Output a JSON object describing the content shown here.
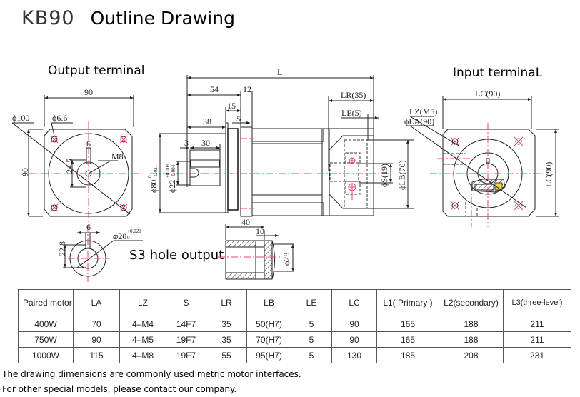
{
  "header": {
    "model": "KB90",
    "title": "Outline Drawing"
  },
  "views": {
    "output_terminal": {
      "label": "Output terminal",
      "dims": {
        "width": "90",
        "height": "90",
        "pcd": "ϕ100",
        "hole": "ϕ6.6",
        "key": "6",
        "key_depth": "24.5",
        "thread": "M8"
      }
    },
    "side": {
      "dims": {
        "L": "L",
        "d54": "54",
        "d12": "12",
        "d15": "15",
        "d5": "5",
        "d38": "38",
        "d3": "3",
        "d30": "30",
        "phi80": "ϕ80",
        "phi80_tol": "-0.021",
        "phi80_tol_up": "0",
        "phi22": "ϕ22",
        "phi22_tol_up": "+0.009",
        "phi22_tol_dn": "-0.004",
        "LR": "LR(35)",
        "LE": "LE(5)",
        "S": "ϕS(19)",
        "LB": "ϕLB(70)"
      }
    },
    "input_terminal": {
      "label": "Input terminaL",
      "dims": {
        "LC_top": "LC(90)",
        "LC_side": "LC(90)",
        "LZ": "LZ(M5)",
        "LA": "ϕLA(90)"
      }
    },
    "keyway_section": {
      "dims": {
        "key": "6",
        "height": "22.8",
        "dia": "⌀20",
        "tol_up": "+0.021",
        "tol_dn": "0"
      }
    },
    "s3_hole": {
      "label": "S3 hole output",
      "dims": {
        "d40": "40",
        "d10": "10",
        "phi28": "ϕ28"
      }
    }
  },
  "table": {
    "headers": [
      "Paired motor",
      "LA",
      "LZ",
      "S",
      "LR",
      "LB",
      "LE",
      "LC",
      "L1( Primary )",
      "L2(secondary)",
      "L3(three-level)"
    ],
    "rows": [
      [
        "400W",
        "70",
        "4–M4",
        "14F7",
        "35",
        "50(H7)",
        "5",
        "90",
        "165",
        "188",
        "211"
      ],
      [
        "750W",
        "90",
        "4–M5",
        "19F7",
        "35",
        "70(H7)",
        "5",
        "90",
        "165",
        "188",
        "211"
      ],
      [
        "1000W",
        "115",
        "4–M8",
        "19F7",
        "55",
        "95(H7)",
        "5",
        "130",
        "185",
        "208",
        "231"
      ]
    ]
  },
  "notes": [
    "The drawing dimensions are commonly used metric motor interfaces.",
    "For other special models, please contact our company."
  ],
  "colors": {
    "centerline": "#e8407a",
    "line": "#222222",
    "accent": "#f2d23a"
  }
}
